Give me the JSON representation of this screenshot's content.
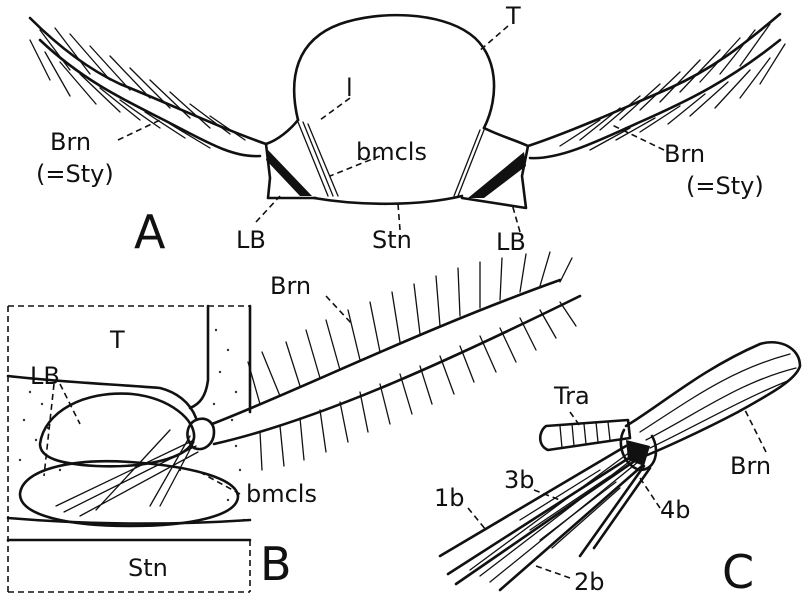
{
  "panels": {
    "A": {
      "letter": "A",
      "labels": {
        "T": "T",
        "l": "l",
        "bmcls": "bmcls",
        "brn_left": "Brn",
        "sty_left": "(=Sty)",
        "brn_right": "Brn",
        "sty_right": "(=Sty)",
        "lb_left": "LB",
        "stn": "Stn",
        "lb_right": "LB"
      }
    },
    "B": {
      "letter": "B",
      "labels": {
        "T": "T",
        "LB": "LB",
        "Brn": "Brn",
        "bmcls": "bmcls",
        "Stn": "Stn"
      }
    },
    "C": {
      "letter": "C",
      "labels": {
        "Tra": "Tra",
        "Brn": "Brn",
        "b3": "3b",
        "b1": "1b",
        "b4": "4b",
        "b2": "2b"
      }
    }
  }
}
